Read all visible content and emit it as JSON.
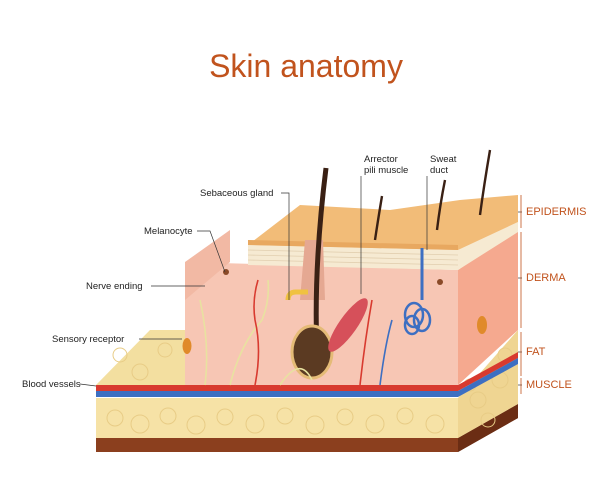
{
  "title": "Skin anatomy",
  "labels": {
    "sebaceous_gland": "Sebaceous gland",
    "arrector": [
      "Arrector",
      "pili muscle"
    ],
    "sweat": [
      "Sweat",
      "duct"
    ],
    "melanocyte": "Melanocyte",
    "nerve_ending": "Nerve ending",
    "sensory_receptor": "Sensory receptor",
    "blood_vessels": "Blood vessels"
  },
  "layers": {
    "epidermis": "EPIDERMIS",
    "derma": "DERMA",
    "fat": "FAT",
    "muscle": "MUSCLE"
  },
  "colors": {
    "title": "#c1531d",
    "layer_labels": "#c1531d",
    "epidermis": "#f2bc78",
    "derma": "#f7c6b4",
    "fat": "#f6e2a6",
    "muscle": "#8b3f1e",
    "artery": "#d83a2f",
    "vein": "#3d6fc2"
  }
}
